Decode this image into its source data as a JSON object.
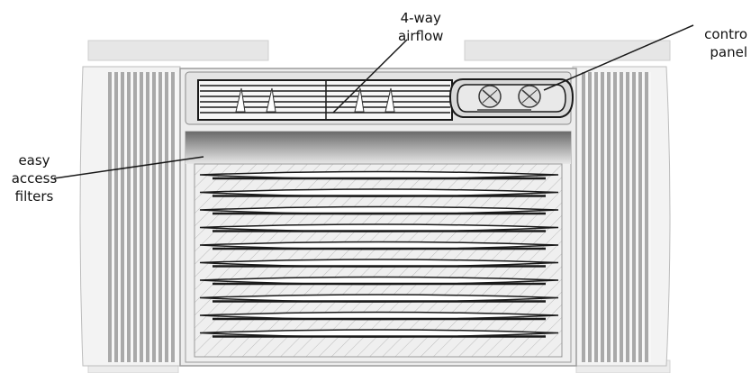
{
  "labels": {
    "airflow": [
      "4-way",
      "airflow"
    ],
    "control_panel": [
      "contro",
      "panel"
    ],
    "filters": [
      "easy",
      "access",
      "filters"
    ]
  },
  "diagram": {
    "subject": "window air conditioner front view",
    "parts": [
      "side-fins",
      "airflow-vent",
      "control-panel",
      "filter-grille"
    ],
    "colors": {
      "line": "#1a1a1a",
      "light_gray": "#eeeeee",
      "mid_gray": "#c8c8c8",
      "dark_gray": "#7a7a7a",
      "background": "#ffffff"
    }
  }
}
